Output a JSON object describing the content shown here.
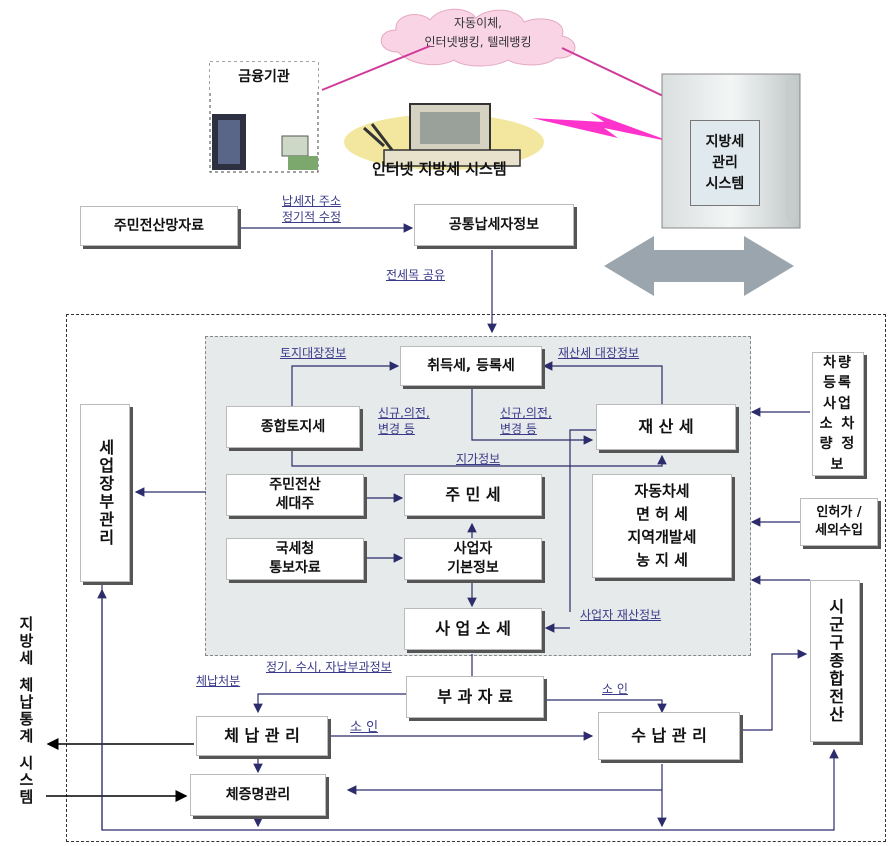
{
  "cloud": {
    "line1": "자동이체,",
    "line2": "인터넷뱅킹, 텔레뱅킹"
  },
  "financial_institution": "금융기관",
  "internet_system": "인터넷 지방세 시스템",
  "server": {
    "line1": "지방세",
    "line2": "관리",
    "line3": "시스템"
  },
  "top_row": {
    "resident_network": "주민전산망자료",
    "common_taxpayer": "공통납세자정보",
    "edge_label_1": "납세자 주소",
    "edge_label_2": "정기적 수정",
    "share_label": "전세목 공유"
  },
  "panel": {
    "acquisition": "취득세, 등록세",
    "land_tax": "종합토지세",
    "property_tax": "재 산 세",
    "resident_household_1": "주민전산",
    "resident_household_2": "세대주",
    "resident_tax": "주 민 세",
    "vehicle_1": "자동차세",
    "vehicle_2": "면 허 세",
    "vehicle_3": "지역개발세",
    "vehicle_4": "농 지 세",
    "nts_1": "국세청",
    "nts_2": "통보자료",
    "biz_info_1": "사업자",
    "biz_info_2": "기본정보",
    "business_tax": "사 업 소 세",
    "land_ledger": "토지대장정보",
    "property_ledger": "재산세 대장정보",
    "new_change_a1": "신규,의전,",
    "new_change_a2": "변경 등",
    "new_change_b1": "신규,의전,",
    "new_change_b2": "변경 등",
    "land_value": "지가정보",
    "biz_property": "사업자 재산정보"
  },
  "right_side": {
    "vehicle_reg": "차량 등록 사업소 차량 정보",
    "permit_1": "인허가 /",
    "permit_2": "세외수입",
    "city_admin": "시군구종합전산"
  },
  "left_side": {
    "business_ledger": "세업장부관리",
    "stats_1": "지방세",
    "stats_2": "체납통계",
    "stats_3": "시스템"
  },
  "bottom": {
    "periodic_label": "정기, 수시, 자납부과정보",
    "assessment": "부 과 자 료",
    "delinquency_label": "체납처분",
    "lawsuit_label": "소 인",
    "lawsuit_label2": "소 인",
    "delinquency": "체 납 관 리",
    "collection": "수 납 관 리",
    "certificate": "체증명관리"
  }
}
